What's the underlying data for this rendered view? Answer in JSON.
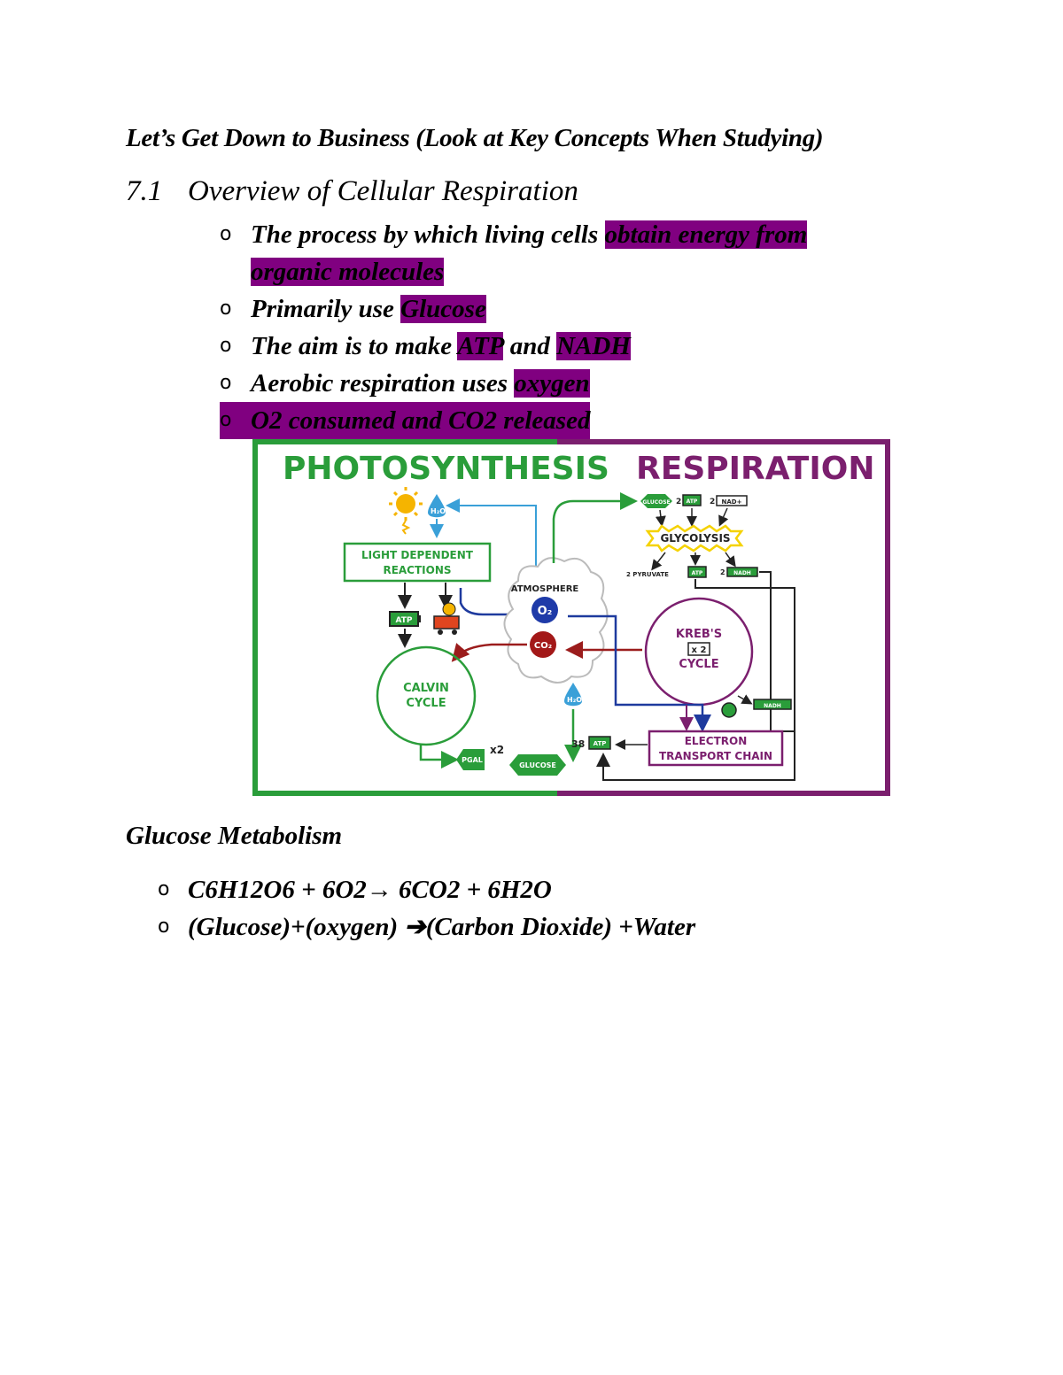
{
  "heading": "Let’s Get Down to Business (Look at Key Concepts When Studying)",
  "section": {
    "number": "7.1",
    "title": "Overview of Cellular Respiration",
    "bullet_marker": "o",
    "bullets": [
      {
        "text": "The process by which living cells ",
        "highlight": "obtain energy from organic molecules"
      },
      {
        "text": "Primarily use ",
        "highlight": "Glucose"
      },
      {
        "text": "The aim is to make ",
        "highlight": "ATP",
        "text2": " and ",
        "highlight2": "NADH"
      },
      {
        "text": "Aerobic respiration uses ",
        "highlight": "oxygen"
      },
      {
        "highlight": "O2 consumed and CO2 released"
      }
    ],
    "highlight_color": "#800080"
  },
  "figure": {
    "title_left": "PHOTOSYNTHESIS",
    "title_right": "RESPIRATION",
    "labels": {
      "light_dependent": "LIGHT DEPENDENT",
      "reactions": "REACTIONS",
      "atmosphere": "ATMOSPHERE",
      "o2": "O₂",
      "co2": "CO₂",
      "calvin": "CALVIN",
      "cycle": "CYCLE",
      "glycolysis": "GLYCOLYSIS",
      "pyruvate": "2 PYRUVATE",
      "krebs": "KREB'S",
      "x2": "x 2",
      "krebs_cycle": "CYCLE",
      "etc1": "ELECTRON",
      "etc2": "TRANSPORT CHAIN",
      "atp": "ATP",
      "nadh": "NADH",
      "glucose": "GLUCOSE",
      "pgal": "PGAL",
      "h2o": "H₂O",
      "count_2": "2",
      "count_38": "38",
      "times2": "x2",
      "nad": "NAD+"
    },
    "colors": {
      "green": "#2a9d3a",
      "purple": "#7b1f6e",
      "blue": "#1e3a9e",
      "red": "#9b1c1c"
    }
  },
  "glucose": {
    "title": "Glucose Metabolism",
    "equations": [
      "C6H12O6 + 6O2→ 6CO2 + 6H2O",
      "(Glucose)+(oxygen) ➔(Carbon Dioxide) +Water"
    ]
  }
}
